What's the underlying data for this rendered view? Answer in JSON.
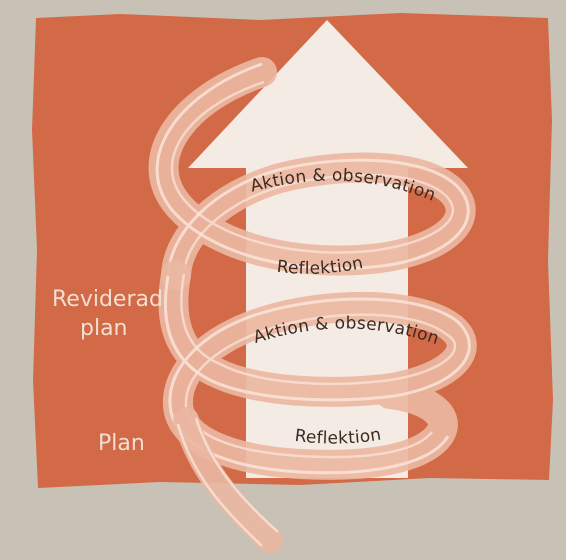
{
  "colors": {
    "page": "#c8c2b6",
    "panel": "#d26a48",
    "arrow": "#f4ebe4",
    "spiral": "#eab7a2",
    "spiral_stroke": "#fbe7dc",
    "cycle_text": "#3b2a22",
    "side_text": "#f3dfd2"
  },
  "diagram": {
    "upper_cycle": {
      "action_label": "Aktion & observation",
      "reflection_label": "Reflektion"
    },
    "lower_cycle": {
      "action_label": "Aktion & observation",
      "reflection_label": "Reflektion"
    },
    "side_labels": {
      "revised_plan_line1": "Reviderad",
      "revised_plan_line2": "plan",
      "plan": "Plan"
    }
  }
}
